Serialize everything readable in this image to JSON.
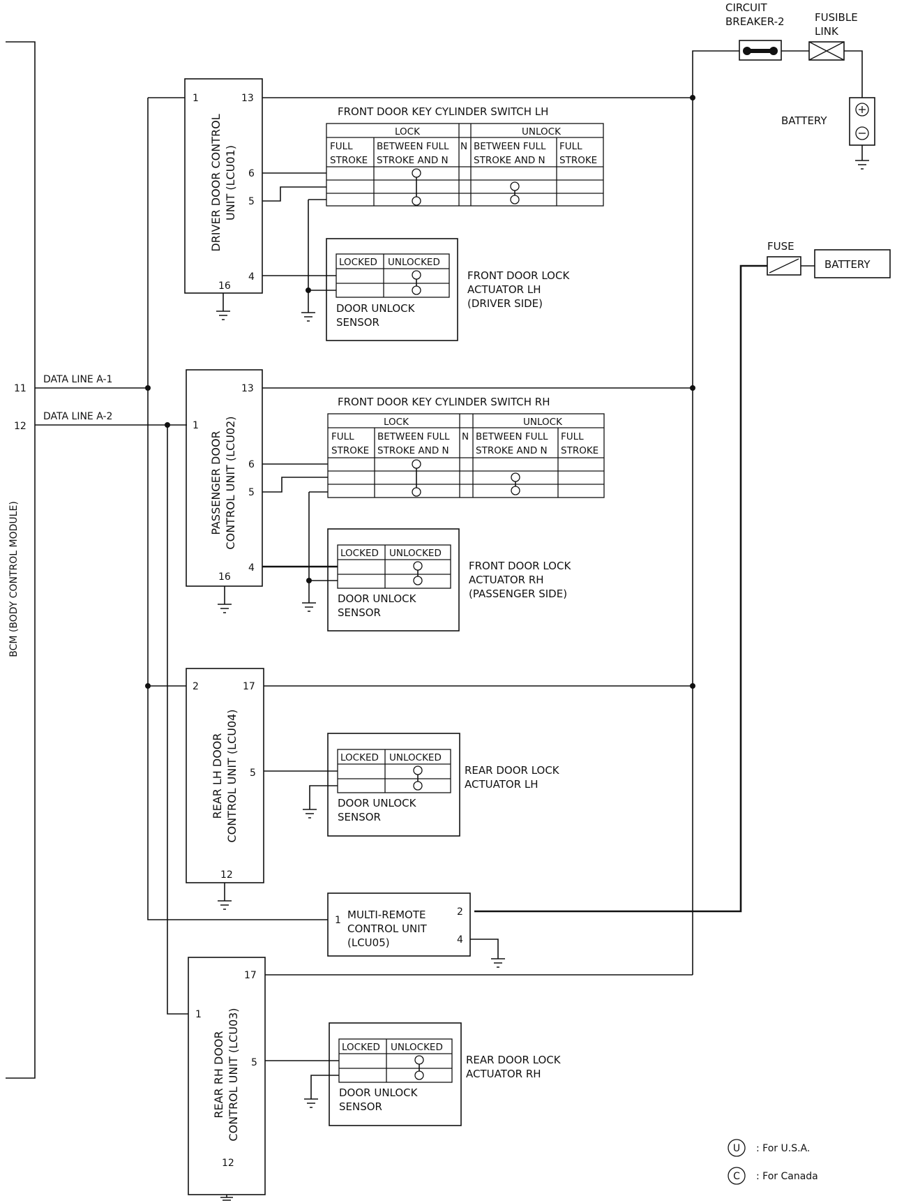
{
  "bcm": {
    "label": "BCM (BODY CONTROL MODULE)",
    "pin11": "11",
    "pin12": "12",
    "data_line_a1": "DATA LINE A-1",
    "data_line_a2": "DATA LINE A-2"
  },
  "power": {
    "circuit_breaker": [
      "CIRCUIT",
      "BREAKER-2"
    ],
    "fusible_link": [
      "FUSIBLE",
      "LINK"
    ],
    "battery_label": "BATTERY",
    "fuse": "FUSE",
    "battery_box": "BATTERY"
  },
  "driver_unit": {
    "name_lines": [
      "DRIVER DOOR CONTROL",
      "UNIT (LCU01)"
    ],
    "pins": {
      "p1": "1",
      "p13": "13",
      "p6": "6",
      "p5": "5",
      "p4": "4",
      "p16": "16"
    },
    "switch_title": "FRONT DOOR KEY CYLINDER SWITCH LH",
    "actuator_lines": [
      "FRONT DOOR LOCK",
      "ACTUATOR LH",
      "(DRIVER SIDE)"
    ]
  },
  "passenger_unit": {
    "name_lines": [
      "PASSENGER DOOR",
      "CONTROL UNIT (LCU02)"
    ],
    "pins": {
      "p1": "1",
      "p13": "13",
      "p6": "6",
      "p5": "5",
      "p4": "4",
      "p16": "16"
    },
    "switch_title": "FRONT DOOR KEY CYLINDER SWITCH RH",
    "actuator_lines": [
      "FRONT DOOR LOCK",
      "ACTUATOR RH",
      "(PASSENGER SIDE)"
    ]
  },
  "rear_lh_unit": {
    "name_lines": [
      "REAR LH DOOR",
      "CONTROL UNIT (LCU04)"
    ],
    "pins": {
      "p2": "2",
      "p17": "17",
      "p5": "5",
      "p12": "12"
    },
    "actuator_lines": [
      "REAR DOOR LOCK",
      "ACTUATOR LH"
    ]
  },
  "rear_rh_unit": {
    "name_lines": [
      "REAR RH DOOR",
      "CONTROL UNIT (LCU03)"
    ],
    "pins": {
      "p1": "1",
      "p17": "17",
      "p5": "5",
      "p12": "12"
    },
    "actuator_lines": [
      "REAR DOOR LOCK",
      "ACTUATOR RH"
    ]
  },
  "multi_remote": {
    "name_lines": [
      "MULTI-REMOTE",
      "CONTROL UNIT",
      "(LCU05)"
    ],
    "pins": {
      "p1": "1",
      "p2": "2",
      "p4": "4"
    }
  },
  "switch_table": {
    "lock": "LOCK",
    "unlock": "UNLOCK",
    "n": "N",
    "full_a": "FULL",
    "full_b": "STROKE",
    "between_a": "BETWEEN FULL",
    "between_b": "STROKE AND N"
  },
  "sensor_table": {
    "locked": "LOCKED",
    "unlocked": "UNLOCKED",
    "sensor_lines": [
      "DOOR UNLOCK",
      "SENSOR"
    ]
  },
  "legend": {
    "u_symbol": "U",
    "u_text": ": For U.S.A.",
    "c_symbol": "C",
    "c_text": ": For Canada"
  }
}
